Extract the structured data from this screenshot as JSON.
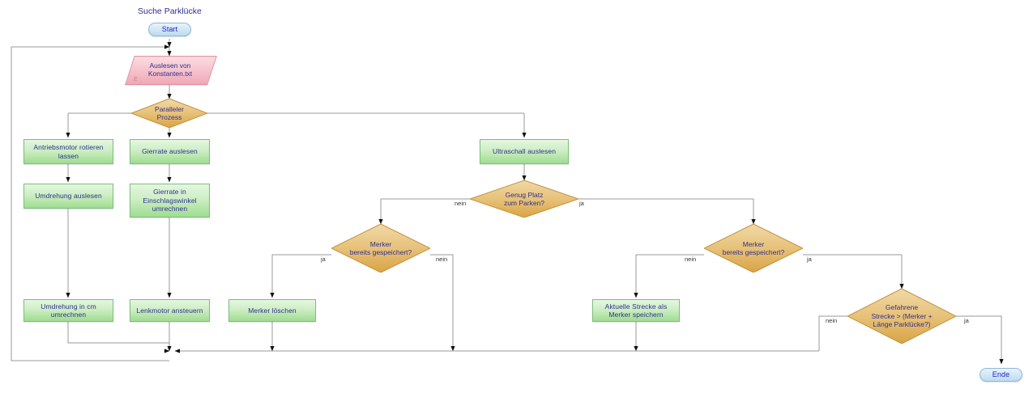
{
  "diagram": {
    "title": "Suche Parklücke",
    "colors": {
      "text": "#30308f",
      "process_fill": "#9fdd90",
      "process_stroke": "#7cbf7c",
      "decision_fill": "#e0b055",
      "decision_stroke": "#c2913c",
      "data_fill": "#f0a8b7",
      "data_stroke": "#e08f9e",
      "terminator_fill": "#bcdcf0",
      "terminator_stroke": "#8fb8d8",
      "edge": "#999999"
    },
    "nodes": [
      {
        "id": "start",
        "type": "terminator",
        "label": "Start"
      },
      {
        "id": "konstanten",
        "type": "data",
        "label": "Auslesen von\nKonstanten.txt",
        "marker": "E"
      },
      {
        "id": "parallel",
        "type": "decision",
        "label": "Paralleler\nProzess"
      },
      {
        "id": "antrieb",
        "type": "process",
        "label": "Antriebsmotor rotieren\nlassen"
      },
      {
        "id": "umdrehung",
        "type": "process",
        "label": "Umdrehung auslesen"
      },
      {
        "id": "umdrehung_cm",
        "type": "process",
        "label": "Umdrehung in cm\numrechnen"
      },
      {
        "id": "gierrate",
        "type": "process",
        "label": "Gierrate auslesen"
      },
      {
        "id": "gierrate_um",
        "type": "process",
        "label": "Gierrate in\nEinschlagswinkel\numrechnen"
      },
      {
        "id": "lenkmotor",
        "type": "process",
        "label": "Lenkmotor ansteuern"
      },
      {
        "id": "ultraschall",
        "type": "process",
        "label": "Ultraschall auslesen"
      },
      {
        "id": "genug_platz",
        "type": "decision",
        "label": "Genug Platz\nzum Parken?"
      },
      {
        "id": "merker_l",
        "type": "decision",
        "label": "Merker\nbereits gespeichert?"
      },
      {
        "id": "merker_r",
        "type": "decision",
        "label": "Merker\nbereits gespeichert?"
      },
      {
        "id": "merker_del",
        "type": "process",
        "label": "Merker löschen"
      },
      {
        "id": "strecke_save",
        "type": "process",
        "label": "Aktuelle Strecke als\nMerker speichern"
      },
      {
        "id": "gefahrene",
        "type": "decision",
        "label": "Gefahrene\nStrecke > (Merker +\nLänge Parklücke?)"
      },
      {
        "id": "ende",
        "type": "terminator",
        "label": "Ende"
      }
    ],
    "edge_labels": [
      {
        "id": "genug-nein",
        "text": "nein"
      },
      {
        "id": "genug-ja",
        "text": "ja"
      },
      {
        "id": "merkerl-ja",
        "text": "ja"
      },
      {
        "id": "merkerl-nein",
        "text": "nein"
      },
      {
        "id": "merkerr-nein",
        "text": "nein"
      },
      {
        "id": "merkerr-ja",
        "text": "ja"
      },
      {
        "id": "gefahrene-nein",
        "text": "nein"
      },
      {
        "id": "gefahrene-ja",
        "text": "ja"
      }
    ]
  }
}
